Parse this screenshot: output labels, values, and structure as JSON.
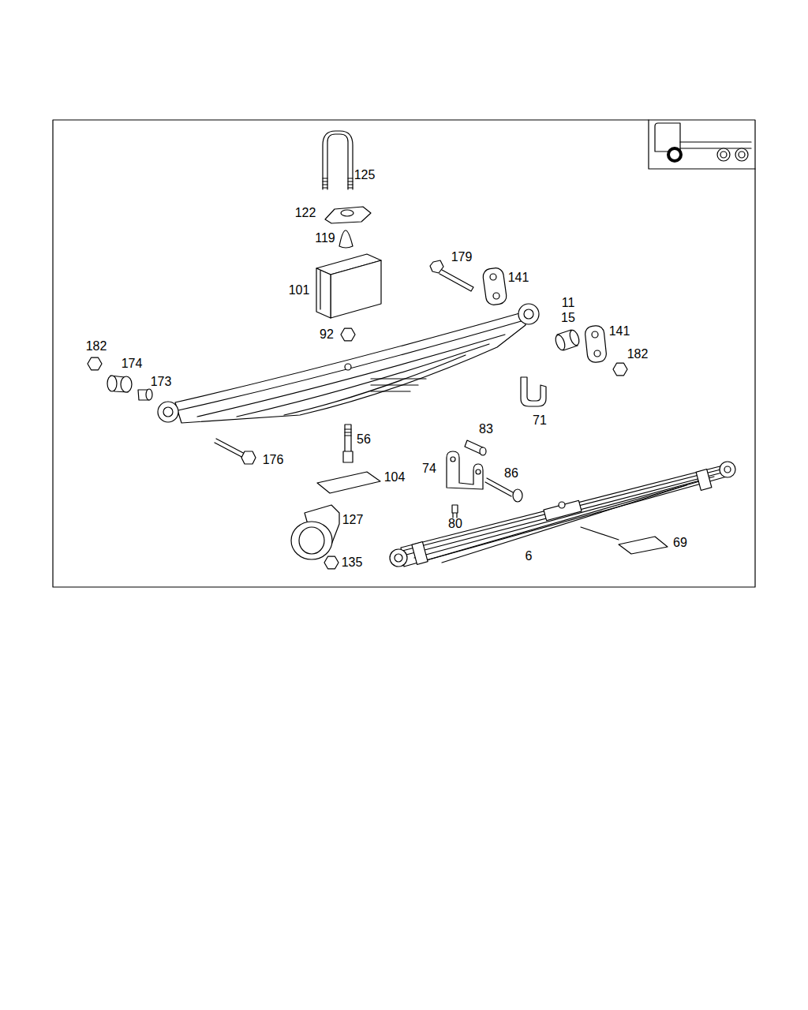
{
  "diagram": {
    "labels": [
      "125",
      "122",
      "119",
      "179",
      "141",
      "101",
      "11",
      "15",
      "141",
      "92",
      "182",
      "182",
      "174",
      "173",
      "71",
      "83",
      "56",
      "176",
      "74",
      "86",
      "104",
      "127",
      "80",
      "69",
      "6",
      "135"
    ]
  }
}
